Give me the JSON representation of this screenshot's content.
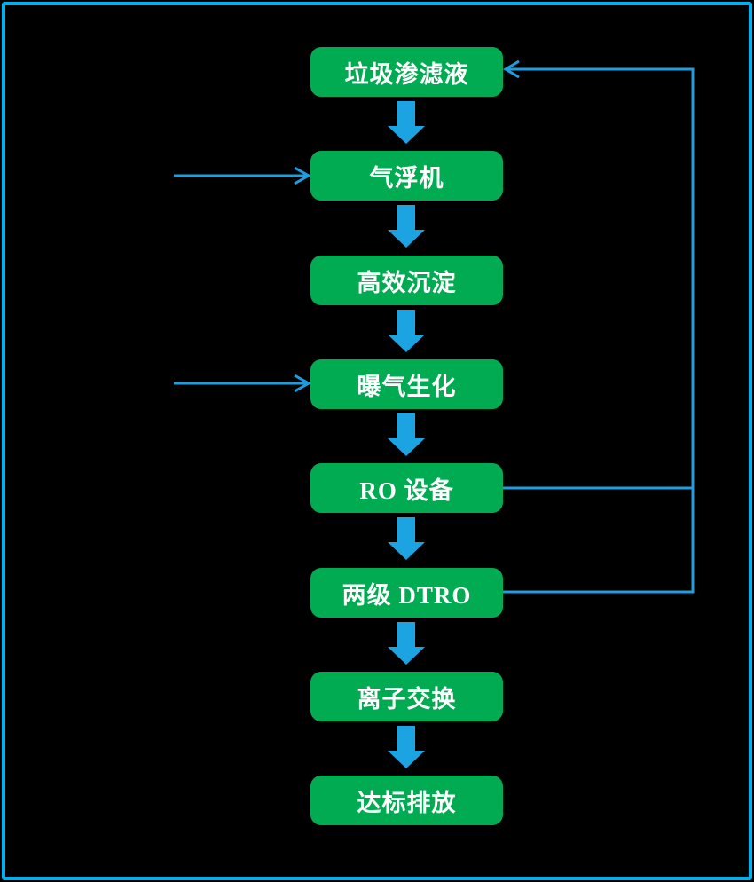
{
  "diagram": {
    "type": "flowchart",
    "background_color": "#000000",
    "frame_color": "#00B0F0",
    "node_color": "#00AB51",
    "node_text_color": "#FFFFFF",
    "arrow_color": "#1E9EE0",
    "nodes": [
      {
        "label": "垃圾渗滤液"
      },
      {
        "label": "气浮机"
      },
      {
        "label": "高效沉淀"
      },
      {
        "label": "曝气生化"
      },
      {
        "label": "RO 设备"
      },
      {
        "label": "两级 DTRO"
      },
      {
        "label": "离子交换"
      },
      {
        "label": "达标排放"
      }
    ],
    "edges": [
      {
        "from": "垃圾渗滤液",
        "to": "气浮机",
        "style": "block-arrow-down"
      },
      {
        "from": "气浮机",
        "to": "高效沉淀",
        "style": "block-arrow-down"
      },
      {
        "from": "高效沉淀",
        "to": "曝气生化",
        "style": "block-arrow-down"
      },
      {
        "from": "曝气生化",
        "to": "RO 设备",
        "style": "block-arrow-down"
      },
      {
        "from": "RO 设备",
        "to": "两级 DTRO",
        "style": "block-arrow-down"
      },
      {
        "from": "两级 DTRO",
        "to": "离子交换",
        "style": "block-arrow-down"
      },
      {
        "from": "离子交换",
        "to": "达标排放",
        "style": "block-arrow-down"
      },
      {
        "from": "left-inflow",
        "to": "气浮机",
        "style": "thin-arrow-right"
      },
      {
        "from": "left-inflow",
        "to": "曝气生化",
        "style": "thin-arrow-right"
      },
      {
        "from": "RO 设备",
        "to": "垃圾渗滤液",
        "style": "thin-feedback-loop"
      },
      {
        "from": "两级 DTRO",
        "to": "垃圾渗滤液",
        "style": "thin-feedback-loop"
      }
    ]
  }
}
